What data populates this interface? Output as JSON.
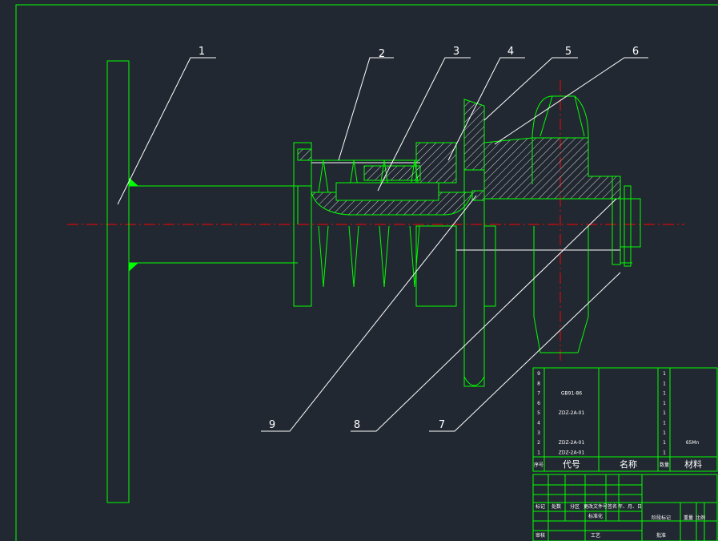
{
  "colors": {
    "background": "#222831",
    "outline": "#00ff00",
    "leader": "#ffffff",
    "centerline": "#ff0000"
  },
  "callouts": [
    "1",
    "2",
    "3",
    "4",
    "5",
    "6",
    "7",
    "8",
    "9"
  ],
  "bom": {
    "rows": [
      {
        "no": "9",
        "code": "",
        "name": "",
        "qty": "1",
        "material": ""
      },
      {
        "no": "8",
        "code": "",
        "name": "",
        "qty": "1",
        "material": ""
      },
      {
        "no": "7",
        "code": "GB91-86",
        "name": "",
        "qty": "1",
        "material": ""
      },
      {
        "no": "6",
        "code": "",
        "name": "",
        "qty": "1",
        "material": ""
      },
      {
        "no": "5",
        "code": "ZDZ-2A-01",
        "name": "",
        "qty": "1",
        "material": ""
      },
      {
        "no": "4",
        "code": "",
        "name": "",
        "qty": "1",
        "material": ""
      },
      {
        "no": "3",
        "code": "",
        "name": "",
        "qty": "1",
        "material": ""
      },
      {
        "no": "2",
        "code": "ZDZ-2A-01",
        "name": "",
        "qty": "1",
        "material": "65Mn"
      },
      {
        "no": "1",
        "code": "ZDZ-2A-01",
        "name": "",
        "qty": "1",
        "material": ""
      }
    ],
    "header": {
      "no": "序号",
      "code": "代号",
      "name": "名称",
      "qty": "数量",
      "material": "材料"
    }
  },
  "title_block": {
    "labels": [
      "标记",
      "处数",
      "分区",
      "更改文件号",
      "签名",
      "年、月、日",
      "标准化",
      "阶段标记",
      "重量",
      "比例",
      "审核",
      "工艺",
      "批准"
    ]
  }
}
